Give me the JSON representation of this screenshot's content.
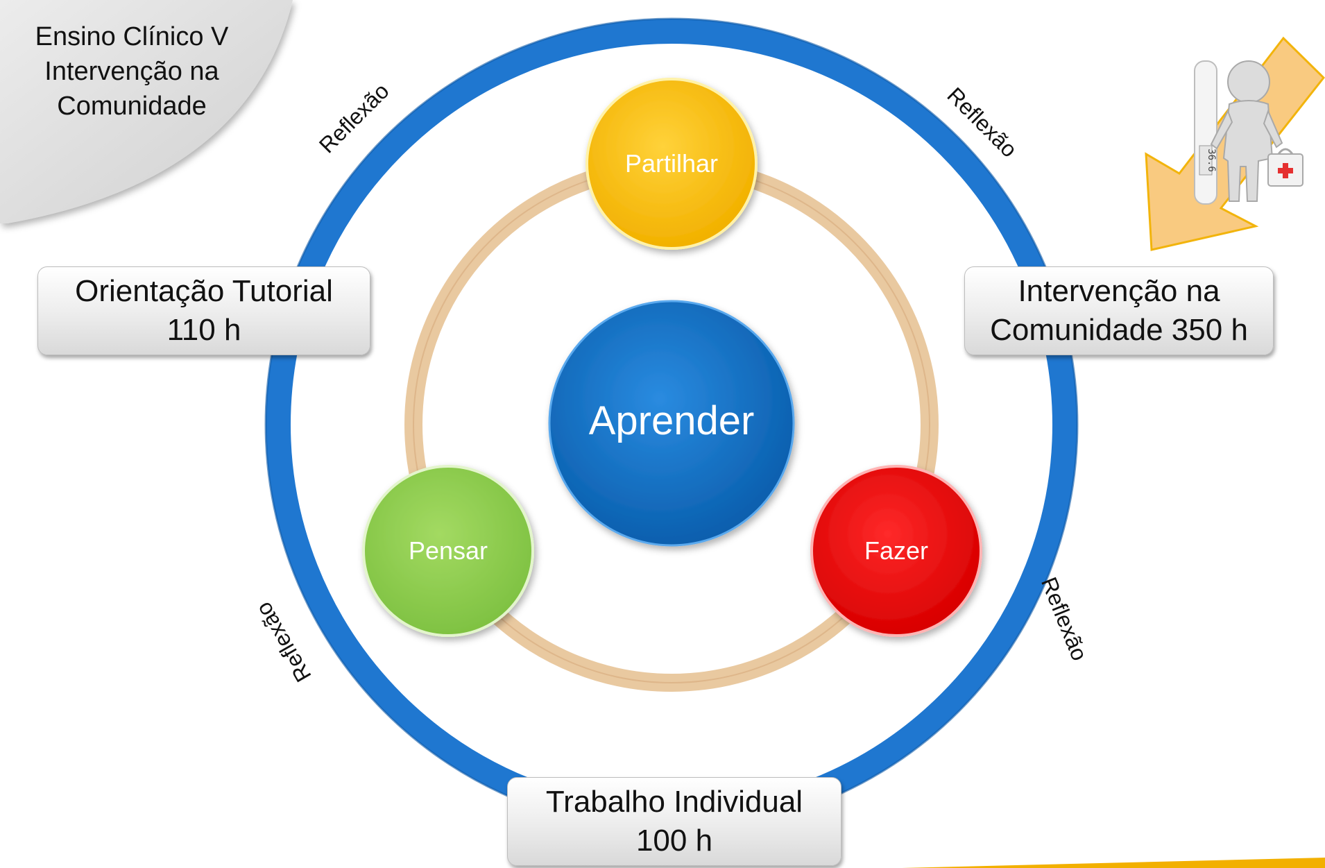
{
  "corner_label": {
    "line1": "Ensino Clínico V",
    "line2": "Intervenção na",
    "line3": "Comunidade"
  },
  "center": {
    "label": "Aprender",
    "color": "#0a6fc2"
  },
  "nodes": {
    "partilhar": {
      "label": "Partilhar",
      "color": "#ffc000"
    },
    "pensar": {
      "label": "Pensar",
      "color": "#92d050"
    },
    "fazer": {
      "label": "Fazer",
      "color": "#ff0000"
    }
  },
  "reflexao": [
    "Reflexão",
    "Reflexão",
    "Reflexão",
    "Reflexão"
  ],
  "boxes": {
    "orientacao": {
      "line1": "Orientação Tutorial",
      "line2": "110 h"
    },
    "intervencao": {
      "line1": "Intervenção na",
      "line2": "Comunidade 350 h"
    },
    "trabalho": {
      "line1": "Trabalho Individual",
      "line2": "100 h"
    }
  },
  "colors": {
    "outer_ring": "#1f77d0",
    "inner_ring": "#e9c9a0",
    "corner_fill": "#d9d9d9",
    "arrow": "#f9c87a"
  },
  "illustration": {
    "thermometer_reading": "36.6"
  }
}
